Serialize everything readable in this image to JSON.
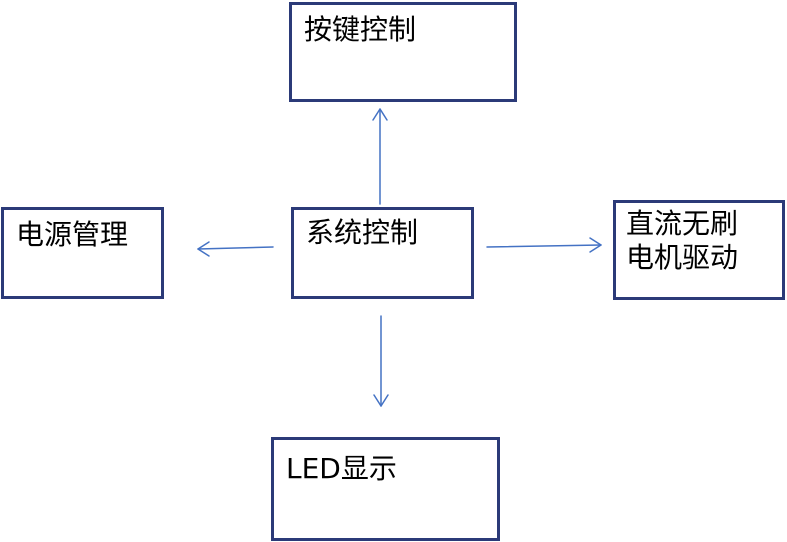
{
  "diagram": {
    "line_color": "#4472c4",
    "border_color": "#2b3a78",
    "nodes": {
      "key_control": {
        "label": "按键控制"
      },
      "power_management": {
        "label": "电源管理"
      },
      "system_control": {
        "label": "系统控制"
      },
      "bldc_driver": {
        "label": "直流无刷\n电机驱动"
      },
      "led_display": {
        "label": "LED显示"
      }
    },
    "edges": [
      {
        "from": "system_control",
        "to": "key_control"
      },
      {
        "from": "system_control",
        "to": "power_management"
      },
      {
        "from": "system_control",
        "to": "bldc_driver"
      },
      {
        "from": "system_control",
        "to": "led_display"
      }
    ]
  }
}
